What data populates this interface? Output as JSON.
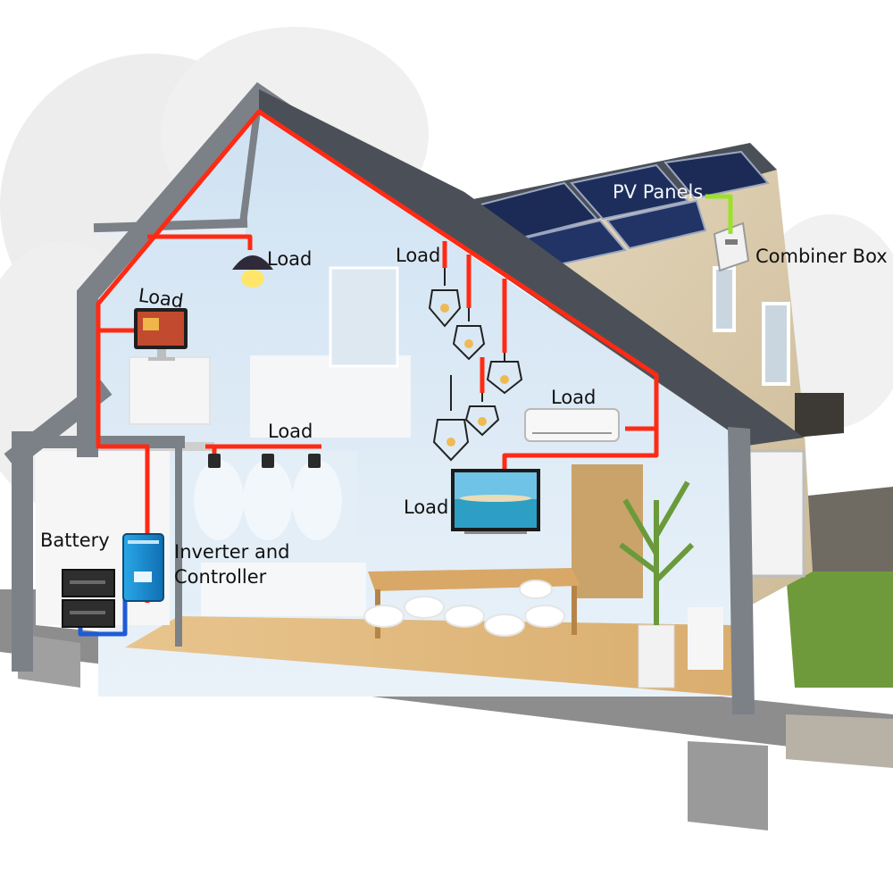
{
  "labels": {
    "pv_panels": "PV Panels",
    "combiner_box": "Combiner Box",
    "load_ceiling_lamp": "Load",
    "load_monitor": "Load",
    "load_pendants": "Load",
    "load_spotlights": "Load",
    "load_air_conditioner": "Load",
    "load_tv": "Load",
    "battery": "Battery",
    "inverter_line1": "Inverter and",
    "inverter_line2": "Controller"
  },
  "wire_colors": {
    "ac_load_wiring": "#ff2a14",
    "pv_dc_wiring": "#9be22a",
    "battery_wiring": "#1e5bd6"
  }
}
